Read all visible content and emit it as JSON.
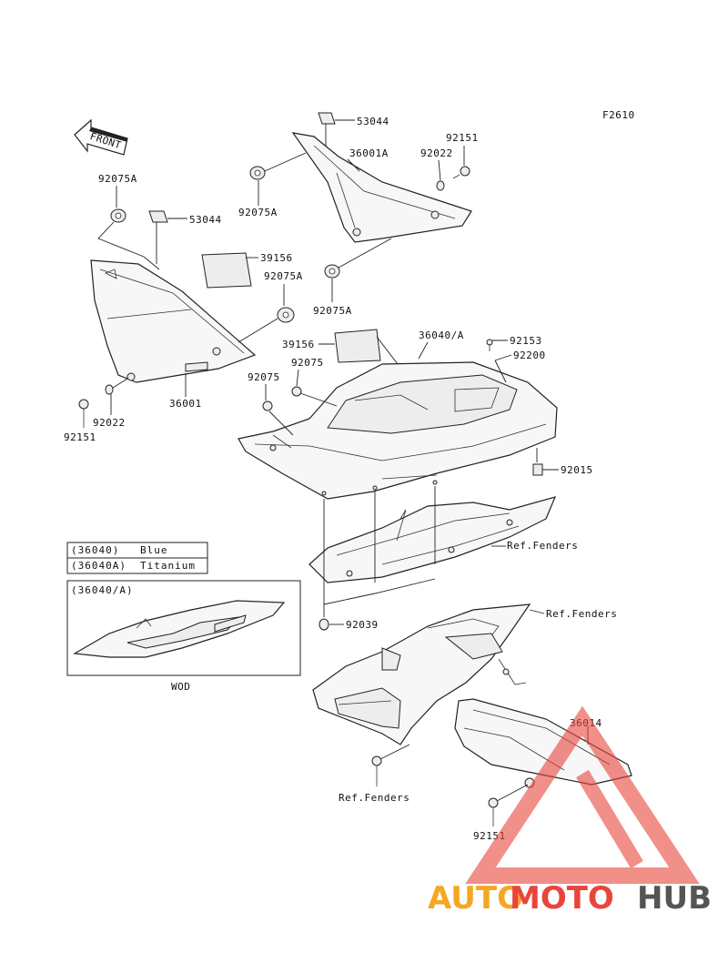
{
  "diagram": {
    "fig_code": "F2610",
    "front_label": "FRONT",
    "labels": {
      "p53044_top": "53044",
      "p36001A": "36001A",
      "p92151_top": "92151",
      "p92022_top": "92022",
      "p92075A_left": "92075A",
      "p92075A_mid": "92075A",
      "p92075A_topleft": "92075A",
      "p53044_left": "53044",
      "p39156_left": "39156",
      "p92075A_right": "92075A",
      "p36001": "36001",
      "p92022_left": "92022",
      "p92151_left": "92151",
      "p36040A": "36040/A",
      "p92153": "92153",
      "p39156_mid": "39156",
      "p92200": "92200",
      "p92075_a": "92075",
      "p92075_b": "92075",
      "p92015": "92015",
      "ref_fenders_1": "Ref.Fenders",
      "p92039": "92039",
      "ref_fenders_2": "Ref.Fenders",
      "p36014": "36014",
      "ref_fenders_3": "Ref.Fenders",
      "p92151_bottom": "92151"
    },
    "color_table": [
      {
        "part": "(36040)",
        "color": "Blue"
      },
      {
        "part": "(36040A)",
        "color": "Titanium"
      }
    ],
    "inset_label": "(36040/A)",
    "inset_caption": "WOD"
  },
  "watermark": {
    "text_part1": "AUTO",
    "text_part2": "MOTO",
    "text_part3": "HUB",
    "color1": "#f5a623",
    "color2": "#e8453c",
    "color3": "#555555"
  }
}
